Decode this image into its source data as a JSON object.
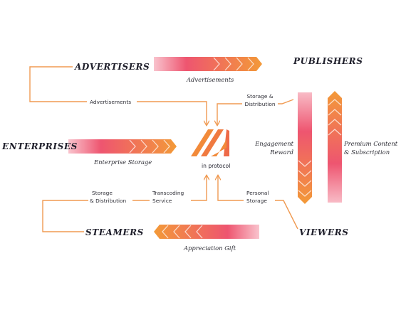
{
  "actors": {
    "advertisers": "ADVERTISERS",
    "publishers": "PUBLISHERS",
    "enterprises": "ENTERPRISES",
    "steamers": "STEAMERS",
    "viewers": "VIEWERS"
  },
  "protocol": {
    "label": "in protocol",
    "logo": "stripes-logo-icon"
  },
  "flows": {
    "advertisements_arrow": "Advertisements",
    "advertisements_line": "Advertisements",
    "storage_distribution_top": [
      "Storage &",
      "Distribution"
    ],
    "enterprise_storage": "Enterprise Storage",
    "engagement_reward": [
      "Engagement",
      "Reward"
    ],
    "premium_content": [
      "Premium Content",
      "& Subscription"
    ],
    "storage_distribution_left": [
      "Storage",
      "& Distribution"
    ],
    "transcoding_service": [
      "Transcoding",
      "Service"
    ],
    "personal_storage": [
      "Personal",
      "Storage"
    ],
    "appreciation_gift": "Appreciation Gift"
  },
  "colors": {
    "accent_orange": "#f28a3a",
    "accent_pink": "#ee5570",
    "connector": "#f09a52",
    "text_dark": "#1e1e2a"
  }
}
